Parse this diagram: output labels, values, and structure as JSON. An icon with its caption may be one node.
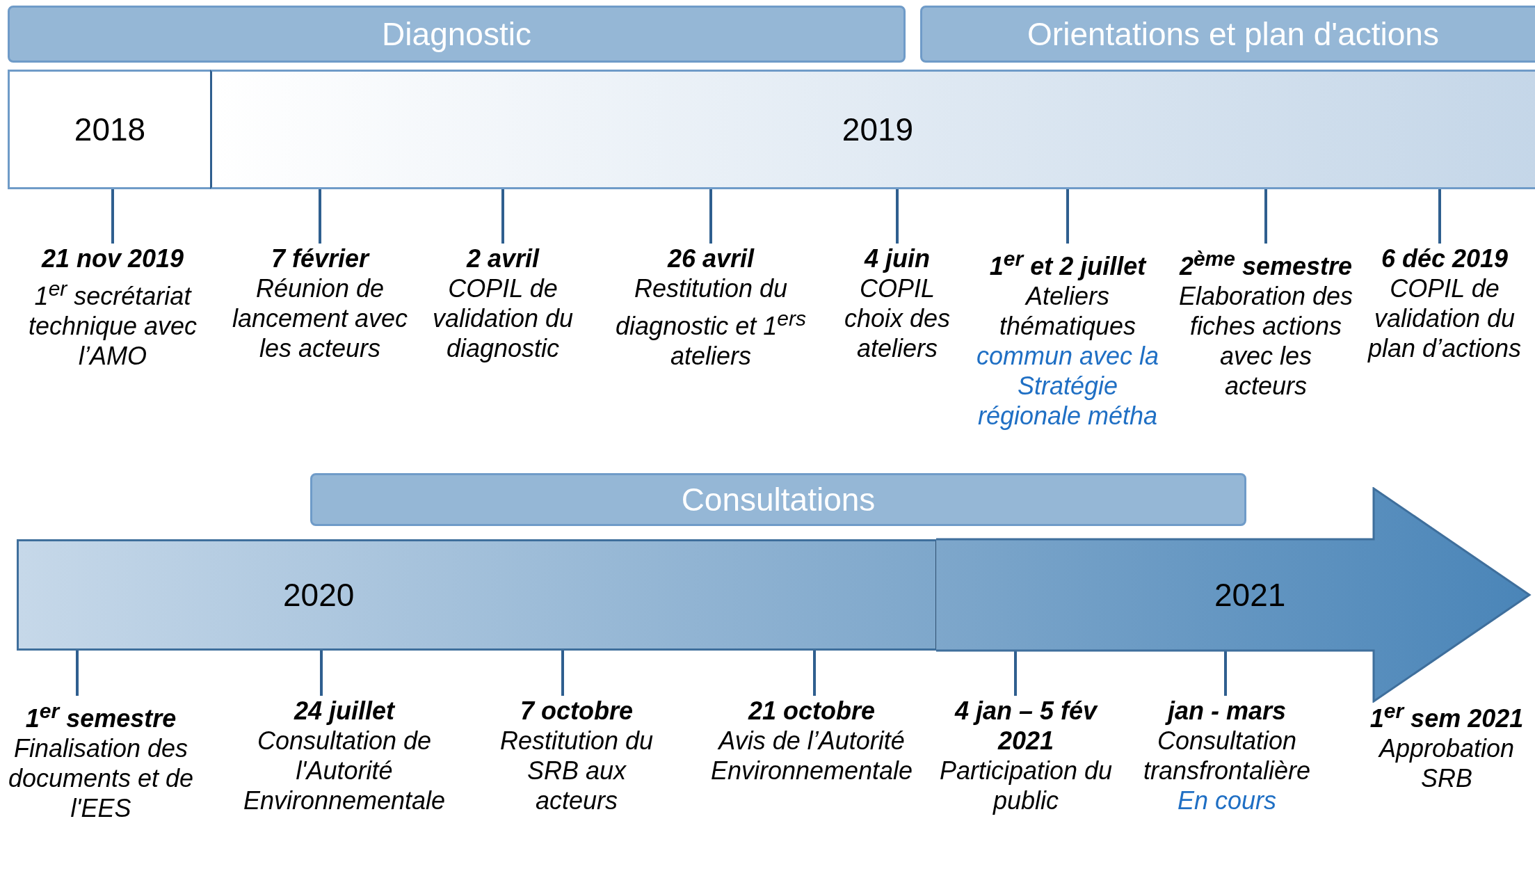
{
  "diagram": {
    "nodes": [
      {
        "text": [
          "Diagnostic"
        ]
      },
      {
        "text": [
          "Orientations et plan d'actions"
        ]
      },
      {
        "text": [
          "2018"
        ]
      },
      {
        "text": [
          "2019"
        ]
      },
      {
        "text": [
          "21 nov 2019",
          "1$^{er}$ secrétariat technique avec l’AMO"
        ]
      },
      {
        "text": [
          "7 février",
          "Réunion de lancement avec les acteurs"
        ]
      },
      {
        "text": [
          "2 avril",
          "COPIL de validation du diagnostic"
        ]
      },
      {
        "text": [
          "26 avril",
          "Restitution du diagnostic et 1$^{ers}$ ateliers"
        ]
      },
      {
        "text": [
          "4 juin",
          "COPIL choix des ateliers"
        ]
      },
      {
        "text": [
          "1$^{er}$ et 2 juillet",
          "Ateliers thématiques",
          "commun avec la Stratégie régionale métha"
        ]
      },
      {
        "text": [
          "2$^{ème}$ semestre",
          "Elaboration des fiches actions avec les acteurs"
        ]
      },
      {
        "text": [
          "6 déc 2019",
          "COPIL de validation du plan d’actions"
        ]
      },
      {
        "text": [
          "Consultations"
        ]
      },
      {
        "text": [
          "2020"
        ]
      },
      {
        "text": [
          "2021"
        ]
      },
      {
        "text": [
          "1$^{er}$ semestre",
          "Finalisation des documents et de l'EES"
        ]
      },
      {
        "text": [
          "24 juillet",
          "Consultation de l'Autorité Environnementale"
        ]
      },
      {
        "text": [
          "7 octobre",
          "Restitution du SRB aux acteurs"
        ]
      },
      {
        "text": [
          "21 octobre",
          "Avis de l’Autorité Environnementale"
        ]
      },
      {
        "text": [
          "4 jan – 5 fév 2021",
          "Participation du public"
        ]
      },
      {
        "text": [
          "jan - mars",
          "Consultation transfrontalière",
          "En cours"
        ]
      },
      {
        "text": [
          "1$^{er}$ sem 2021",
          "Approbation SRB"
        ]
      }
    ],
    "edges": [
      {
        "from": 2,
        "to": 4,
        "arrow": "none"
      },
      {
        "from": 3,
        "to": 5,
        "arrow": "none"
      },
      {
        "from": 3,
        "to": 6,
        "arrow": "none"
      },
      {
        "from": 3,
        "to": 7,
        "arrow": "none"
      },
      {
        "from": 3,
        "to": 8,
        "arrow": "none"
      },
      {
        "from": 3,
        "to": 9,
        "arrow": "none"
      },
      {
        "from": 3,
        "to": 10,
        "arrow": "none"
      },
      {
        "from": 3,
        "to": 11,
        "arrow": "none"
      },
      {
        "from": 13,
        "to": 15,
        "arrow": "none"
      },
      {
        "from": 13,
        "to": 16,
        "arrow": "none"
      },
      {
        "from": 13,
        "to": 17,
        "arrow": "none"
      },
      {
        "from": 13,
        "to": 18,
        "arrow": "none"
      },
      {
        "from": 14,
        "to": 19,
        "arrow": "none"
      },
      {
        "from": 14,
        "to": 20,
        "arrow": "none"
      }
    ]
  }
}
